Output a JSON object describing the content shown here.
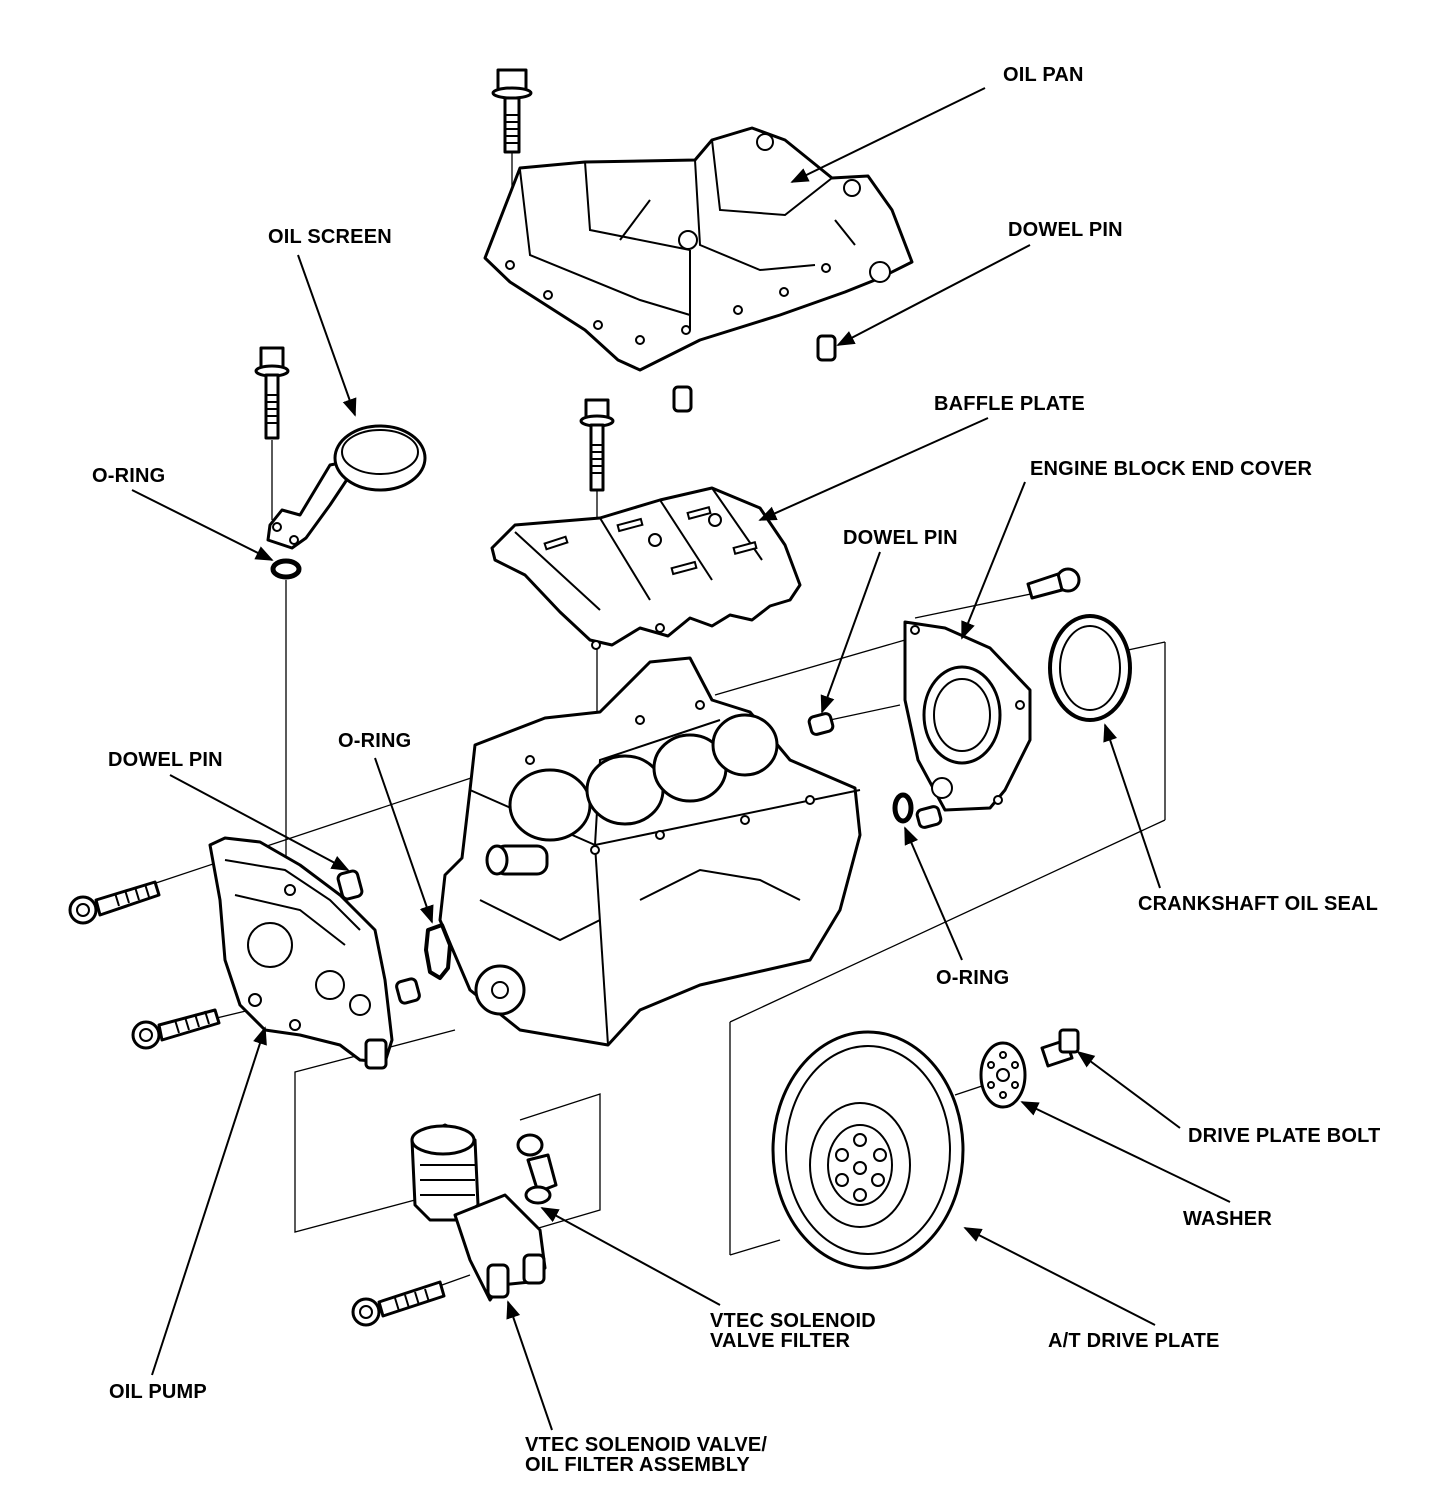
{
  "labels": {
    "oil_pan": "OIL PAN",
    "dowel_pin_top": "DOWEL PIN",
    "oil_screen": "OIL SCREEN",
    "baffle_plate": "BAFFLE PLATE",
    "o_ring_left": "O-RING",
    "engine_block_end_cover": "ENGINE BLOCK END COVER",
    "dowel_pin_mid": "DOWEL PIN",
    "o_ring_center": "O-RING",
    "dowel_pin_left": "DOWEL PIN",
    "crankshaft_oil_seal": "CRANKSHAFT OIL SEAL",
    "o_ring_right": "O-RING",
    "drive_plate_bolt": "DRIVE PLATE BOLT",
    "washer": "WASHER",
    "vtec_filter_line1": "VTEC SOLENOID",
    "vtec_filter_line2": "VALVE FILTER",
    "at_drive_plate": "A/T DRIVE PLATE",
    "oil_pump": "OIL PUMP",
    "vtec_assembly_line1": "VTEC SOLENOID VALVE/",
    "vtec_assembly_line2": "OIL FILTER ASSEMBLY"
  }
}
